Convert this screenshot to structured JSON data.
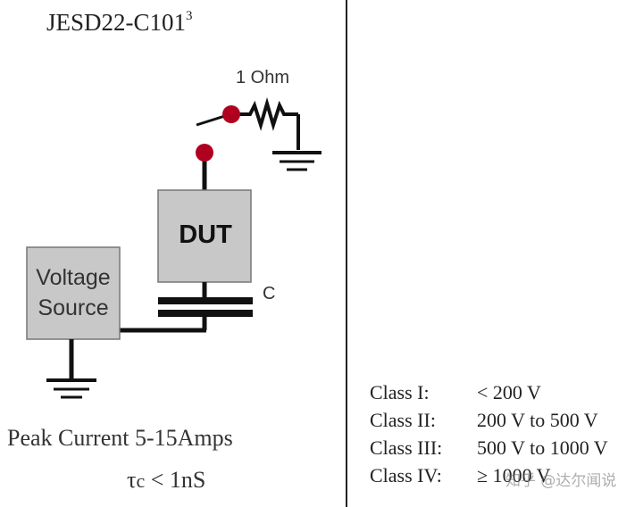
{
  "header": {
    "title": "JESD22-C101",
    "title_superscript": "3"
  },
  "circuit": {
    "resistor_label": "1 Ohm",
    "dut_label": "DUT",
    "capacitor_label": "C",
    "source_line1": "Voltage",
    "source_line2": "Source"
  },
  "specs": {
    "peak_current": "Peak Current 5-15Amps",
    "tau_symbol": "τ",
    "tau_subscript": "c",
    "tau_condition": " < 1nS"
  },
  "classes": [
    {
      "name": "Class I:",
      "range": "< 200 V"
    },
    {
      "name": "Class II:",
      "range": "200 V to 500 V"
    },
    {
      "name": "Class III:",
      "range": "500 V to 1000 V"
    },
    {
      "name": "Class IV:",
      "range": "≥ 1000 V"
    }
  ],
  "watermark": {
    "text": "知乎 @达尔闻说"
  },
  "colors": {
    "contact_dot": "#b00020",
    "box_fill": "#c8c8c8",
    "wire": "#111111"
  }
}
